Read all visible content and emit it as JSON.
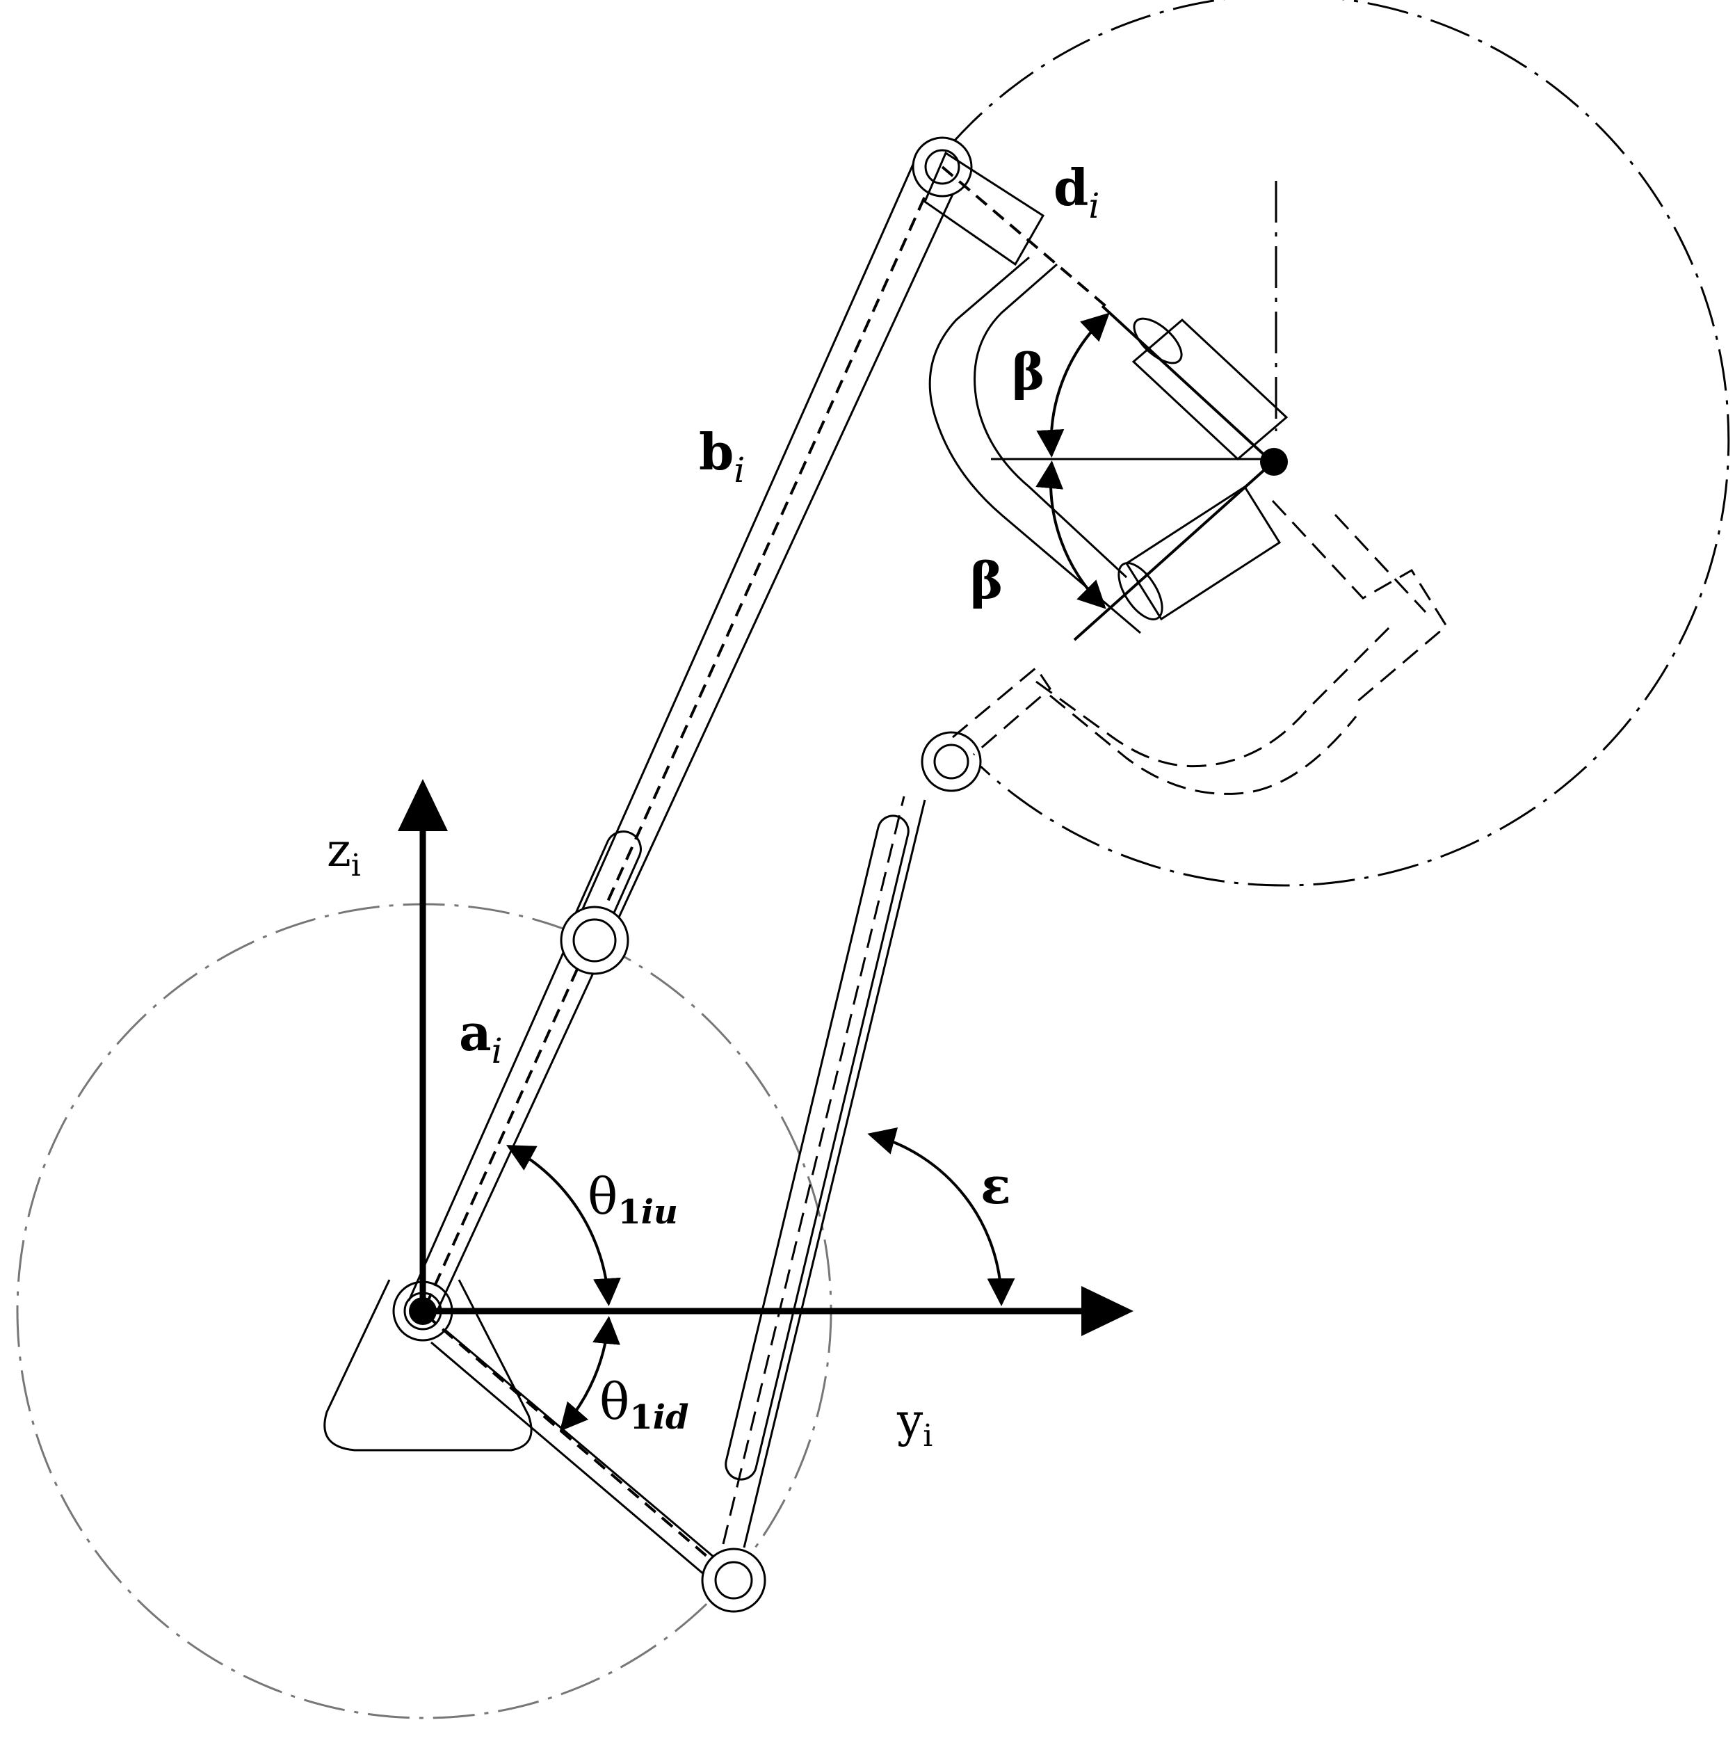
{
  "labels": {
    "z_axis": {
      "main": "z",
      "sub": "i"
    },
    "y_axis": {
      "main": "y",
      "sub": "i"
    },
    "a": {
      "main": "a",
      "sub": "i"
    },
    "b": {
      "main": "b",
      "sub": "i"
    },
    "d": {
      "main": "d",
      "sub": "i"
    },
    "theta_up": {
      "main": "θ",
      "sub": "1",
      "subi": "iu"
    },
    "theta_down": {
      "main": "θ",
      "sub": "1",
      "subi": "id"
    },
    "epsilon": "ε",
    "beta_upper": "β",
    "beta_lower": "β"
  },
  "colors": {
    "ink": "#000000",
    "construction": "#777777",
    "background": "#ffffff"
  }
}
